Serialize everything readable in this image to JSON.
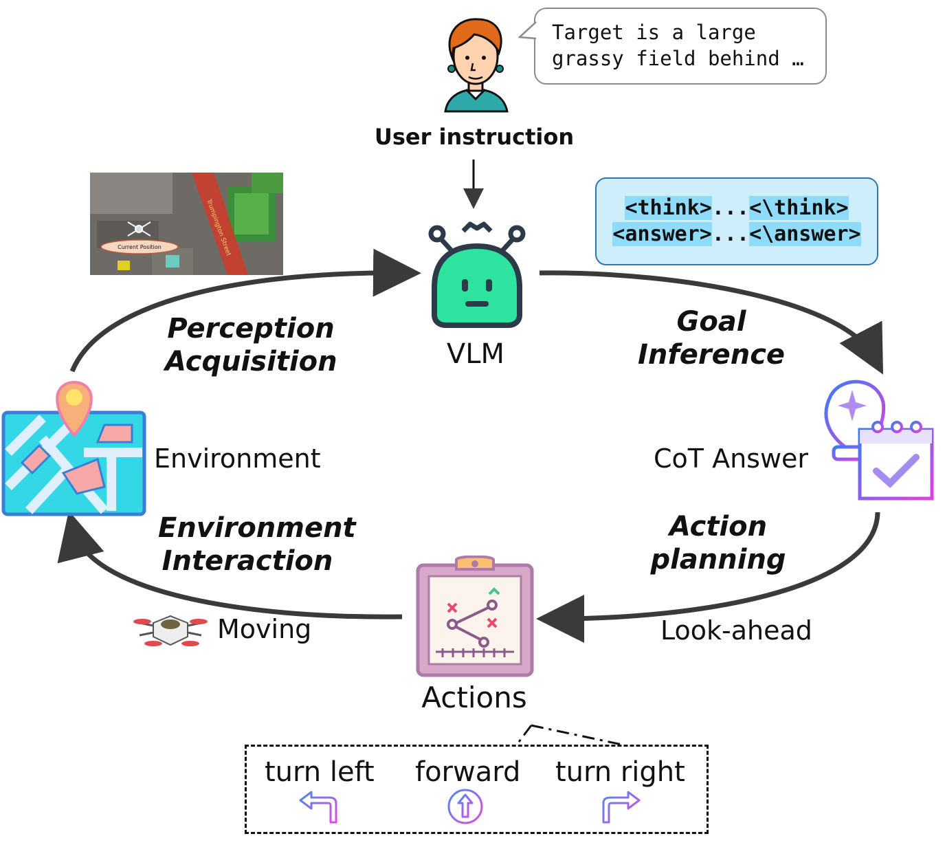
{
  "user": {
    "speech": "Target is a large\ngrassy field behind …",
    "label": "User instruction"
  },
  "vlm": {
    "label": "VLM"
  },
  "output_format": {
    "think": [
      "<think>",
      "...",
      "<\\think>"
    ],
    "answer": [
      "<answer>",
      "...",
      "<\\answer>"
    ]
  },
  "map_thumbnail": {
    "street_label": "Trumpington Street",
    "position_label": "Current Position"
  },
  "phases": {
    "perception": [
      "Perception",
      "Acquisition"
    ],
    "goal": [
      "Goal",
      "Inference"
    ],
    "action_planning": [
      "Action",
      "planning"
    ],
    "env_interaction": [
      "Environment",
      "Interaction"
    ]
  },
  "nodes": {
    "environment": "Environment",
    "cot_answer": "CoT Answer",
    "look_ahead": "Look-ahead",
    "moving": "Moving",
    "actions": "Actions"
  },
  "action_options": [
    {
      "label": "turn left",
      "icon": "turn-left-arrow-icon"
    },
    {
      "label": "forward",
      "icon": "forward-arrow-icon"
    },
    {
      "label": "turn right",
      "icon": "turn-right-arrow-icon"
    }
  ],
  "colors": {
    "arrow": "#3a3a3a",
    "robot_face": "#2ee3a0",
    "robot_outline": "#2d3a4a",
    "tag_box_fill": "#cfeefc",
    "tag_box_border": "#2a76b8",
    "map_fill": "#34d7e6",
    "map_border": "#3a7fd6",
    "pin": "#f8b07a",
    "clipboard": "#b07aa8"
  }
}
